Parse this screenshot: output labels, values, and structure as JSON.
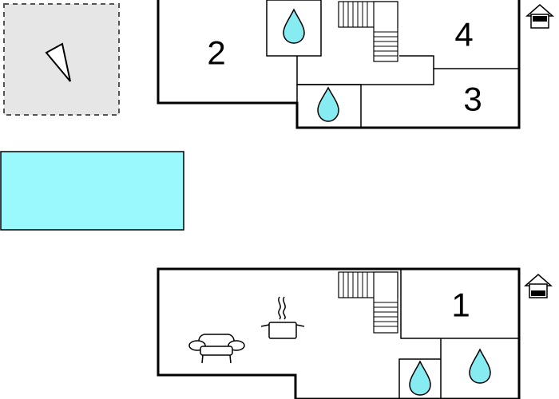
{
  "floor_plan": {
    "rooms": [
      {
        "id": "room-1",
        "number": "1"
      },
      {
        "id": "room-2",
        "number": "2"
      },
      {
        "id": "room-3",
        "number": "3"
      },
      {
        "id": "room-4",
        "number": "4"
      }
    ],
    "upper_floor": {
      "bathroom_icons": [
        "water-drop-icon",
        "water-drop-icon"
      ],
      "stair_icon": "stairs-icon",
      "floor_indicator_icon": "house-floor-icon"
    },
    "ground_floor": {
      "bathroom_icons": [
        "water-drop-icon",
        "water-drop-icon"
      ],
      "stair_icon": "stairs-icon",
      "kitchen_icon": "cooking-pot-icon",
      "living_icon": "sofa-icon",
      "floor_indicator_icon": "house-floor-icon"
    },
    "outdoor": {
      "pool_icon": "swimming-pool",
      "terrace_icon": "terrace-area",
      "compass_icon": "north-arrow-icon"
    },
    "colors": {
      "wall": "#000000",
      "water": "#87ecf2",
      "pool": "#99f9fd",
      "terrace": "#e6e6e6",
      "background": "#ffffff"
    }
  }
}
